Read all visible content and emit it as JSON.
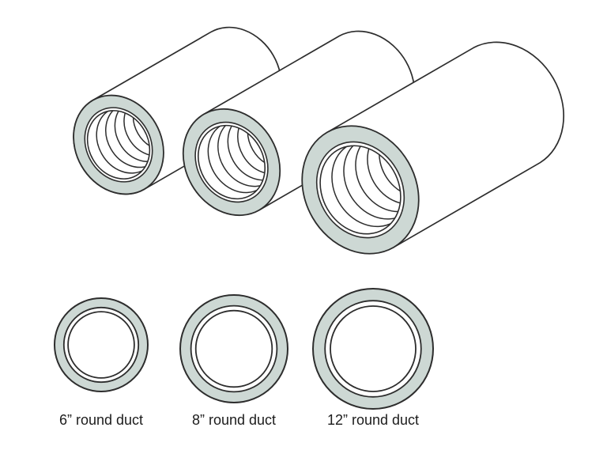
{
  "colors": {
    "background": "#ffffff",
    "duct_ring_fill": "#cdd8d4",
    "outline": "#2d2d2d",
    "label_text": "#1c1c1c"
  },
  "front_row": {
    "items": [
      {
        "label": "6” round duct"
      },
      {
        "label": "8” round duct"
      },
      {
        "label": "12” round duct"
      }
    ]
  }
}
